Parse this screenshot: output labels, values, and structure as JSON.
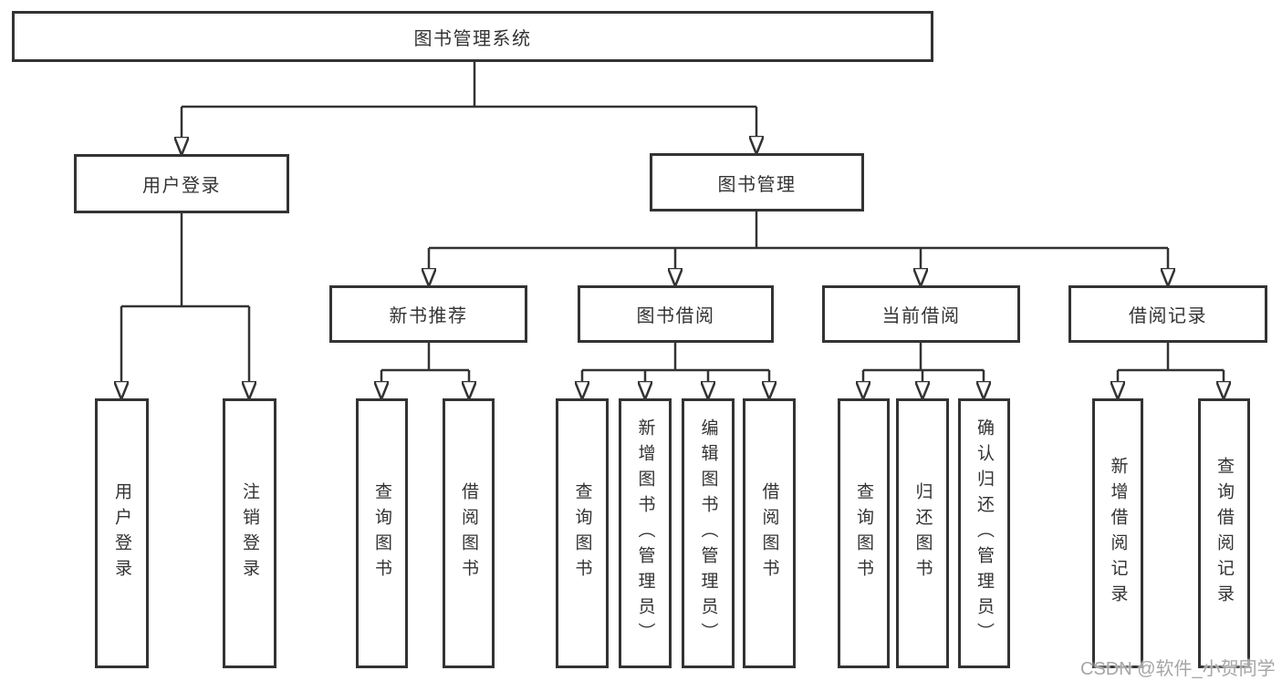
{
  "colors": {
    "background": "#ffffff",
    "box_border": "#333333",
    "box_fill": "#ffffff",
    "line": "#333333",
    "text": "#333333",
    "watermark_text": "#a6a6a6"
  },
  "watermark": {
    "text": "CSDN @软件_小贺同学"
  },
  "tree": {
    "label": "图书管理系统",
    "children": [
      {
        "label": "用户登录",
        "children": [
          {
            "label": "用户登录"
          },
          {
            "label": "注销登录"
          }
        ]
      },
      {
        "label": "图书管理",
        "children": [
          {
            "label": "新书推荐",
            "children": [
              {
                "label": "查询图书"
              },
              {
                "label": "借阅图书"
              }
            ]
          },
          {
            "label": "图书借阅",
            "children": [
              {
                "label": "查询图书"
              },
              {
                "label": "新增图书（管理员）"
              },
              {
                "label": "编辑图书（管理员）"
              },
              {
                "label": "借阅图书"
              }
            ]
          },
          {
            "label": "当前借阅",
            "children": [
              {
                "label": "查询图书"
              },
              {
                "label": "归还图书"
              },
              {
                "label": "确认归还（管理员）"
              }
            ]
          },
          {
            "label": "借阅记录",
            "children": [
              {
                "label": "新增借阅记录"
              },
              {
                "label": "查询借阅记录"
              }
            ]
          }
        ]
      }
    ]
  }
}
